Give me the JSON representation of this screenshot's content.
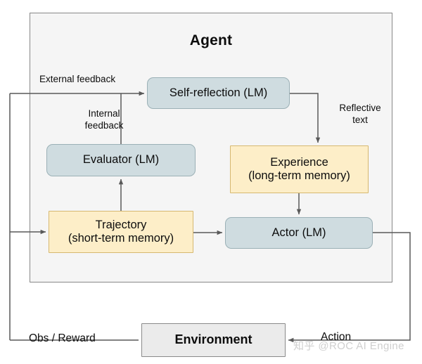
{
  "diagram": {
    "title": "Agent",
    "watermark": "知乎 @ROC AI Engine",
    "colors": {
      "agent_fill": "#f5f5f5",
      "lm_fill": "#cfdce0",
      "memory_fill": "#fdeec8",
      "environment_fill": "#ebebeb",
      "wire": "#595959"
    },
    "nodes": {
      "self_reflection": {
        "label": "Self-reflection (LM)",
        "kind": "lm"
      },
      "evaluator": {
        "label": "Evaluator (LM)",
        "kind": "lm"
      },
      "experience": {
        "line1": "Experience",
        "line2": "(long-term memory)",
        "kind": "memory"
      },
      "trajectory": {
        "line1": "Trajectory",
        "line2": "(short-term memory)",
        "kind": "memory"
      },
      "actor": {
        "label": "Actor (LM)",
        "kind": "lm"
      },
      "environment": {
        "label": "Environment",
        "kind": "environment"
      }
    },
    "edge_labels": {
      "external_feedback": "External feedback",
      "internal_feedback": "Internal\nfeedback",
      "reflective_text": "Reflective\ntext",
      "obs_reward": "Obs / Reward",
      "action": "Action"
    }
  }
}
